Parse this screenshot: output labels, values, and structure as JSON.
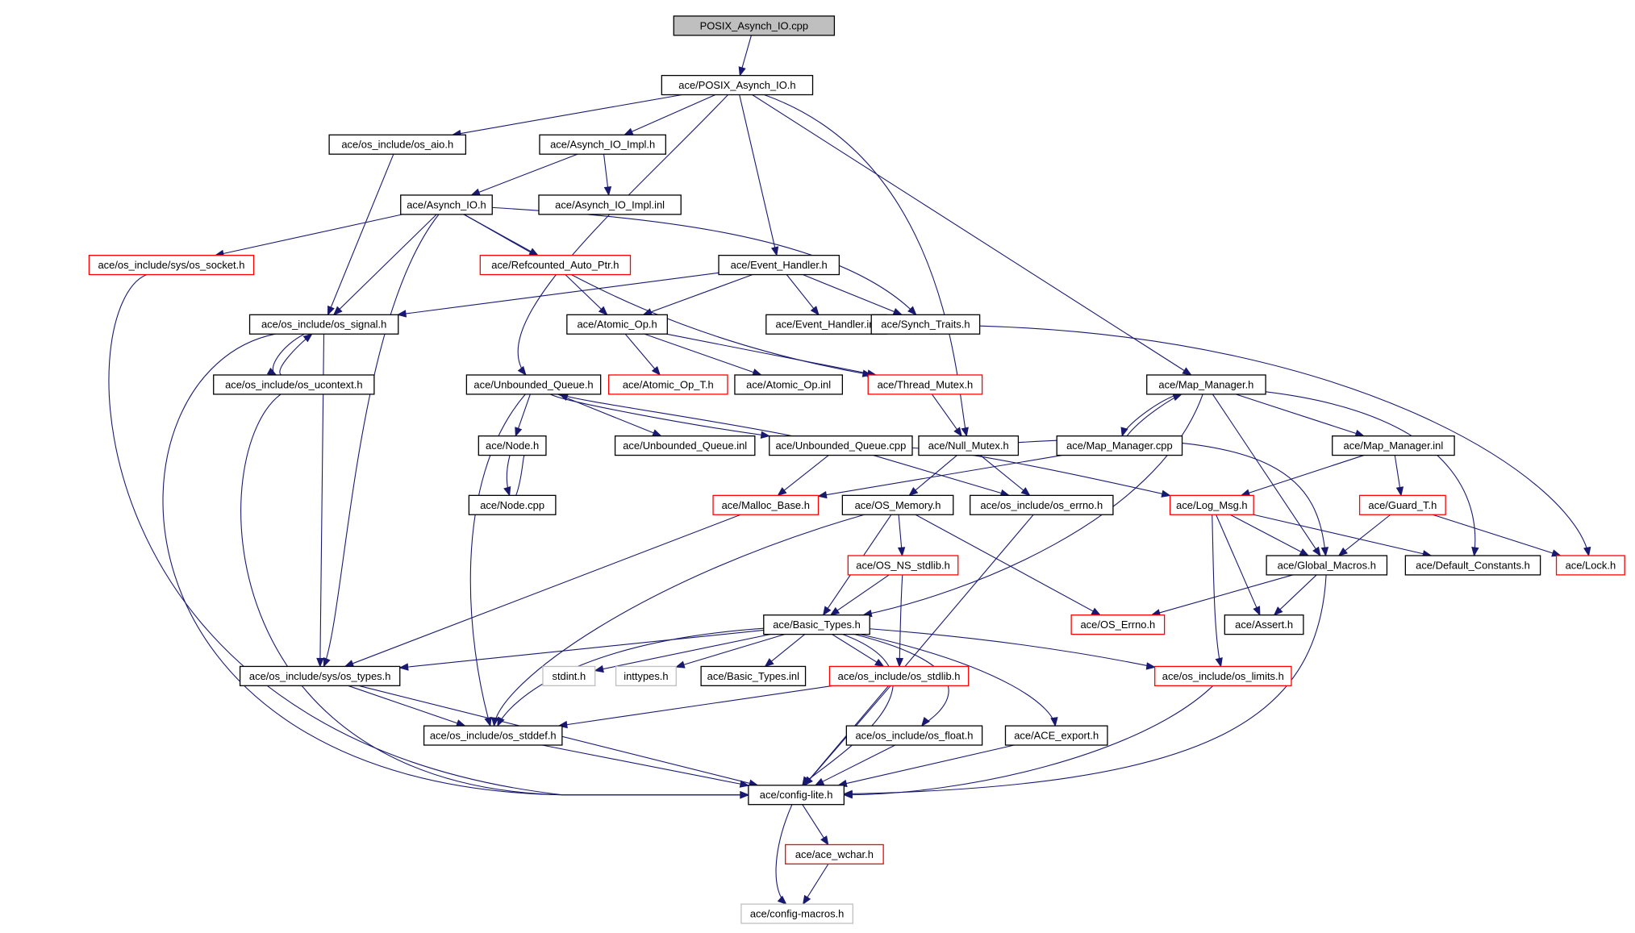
{
  "diagram": {
    "title": "",
    "colors": {
      "edge": "#191970",
      "root_fill": "#bfbfbf",
      "border_default": "#000000",
      "border_truncated": "#ff0000",
      "border_external": "#bfbfbf"
    },
    "nodes": [
      {
        "id": "root",
        "label": "POSIX_Asynch_IO.cpp",
        "style": "root"
      },
      {
        "id": "posix_h",
        "label": "ace/POSIX_Asynch_IO.h",
        "style": "normal"
      },
      {
        "id": "os_aio",
        "label": "ace/os_include/os_aio.h",
        "style": "normal"
      },
      {
        "id": "aio_impl",
        "label": "ace/Asynch_IO_Impl.h",
        "style": "normal"
      },
      {
        "id": "aio_impl_inl",
        "label": "ace/Asynch_IO_Impl.inl",
        "style": "normal"
      },
      {
        "id": "asynch_io",
        "label": "ace/Asynch_IO.h",
        "style": "normal"
      },
      {
        "id": "os_socket",
        "label": "ace/os_include/sys/os_socket.h",
        "style": "red"
      },
      {
        "id": "refcounted",
        "label": "ace/Refcounted_Auto_Ptr.h",
        "style": "red"
      },
      {
        "id": "event_handler",
        "label": "ace/Event_Handler.h",
        "style": "normal"
      },
      {
        "id": "os_signal",
        "label": "ace/os_include/os_signal.h",
        "style": "normal"
      },
      {
        "id": "atomic_op",
        "label": "ace/Atomic_Op.h",
        "style": "normal"
      },
      {
        "id": "event_handler_inl",
        "label": "ace/Event_Handler.inl",
        "style": "normal"
      },
      {
        "id": "synch_traits",
        "label": "ace/Synch_Traits.h",
        "style": "normal"
      },
      {
        "id": "os_ucontext",
        "label": "ace/os_include/os_ucontext.h",
        "style": "normal"
      },
      {
        "id": "unbounded_queue",
        "label": "ace/Unbounded_Queue.h",
        "style": "normal"
      },
      {
        "id": "atomic_op_t",
        "label": "ace/Atomic_Op_T.h",
        "style": "red"
      },
      {
        "id": "atomic_op_inl",
        "label": "ace/Atomic_Op.inl",
        "style": "normal"
      },
      {
        "id": "thread_mutex",
        "label": "ace/Thread_Mutex.h",
        "style": "red"
      },
      {
        "id": "map_manager",
        "label": "ace/Map_Manager.h",
        "style": "normal"
      },
      {
        "id": "node_h",
        "label": "ace/Node.h",
        "style": "normal"
      },
      {
        "id": "unbounded_queue_inl",
        "label": "ace/Unbounded_Queue.inl",
        "style": "normal"
      },
      {
        "id": "unbounded_queue_cpp",
        "label": "ace/Unbounded_Queue.cpp",
        "style": "normal"
      },
      {
        "id": "null_mutex",
        "label": "ace/Null_Mutex.h",
        "style": "normal"
      },
      {
        "id": "map_manager_cpp",
        "label": "ace/Map_Manager.cpp",
        "style": "normal"
      },
      {
        "id": "map_manager_inl",
        "label": "ace/Map_Manager.inl",
        "style": "normal"
      },
      {
        "id": "node_cpp",
        "label": "ace/Node.cpp",
        "style": "normal"
      },
      {
        "id": "malloc_base",
        "label": "ace/Malloc_Base.h",
        "style": "red"
      },
      {
        "id": "os_memory",
        "label": "ace/OS_Memory.h",
        "style": "normal"
      },
      {
        "id": "os_errno",
        "label": "ace/os_include/os_errno.h",
        "style": "normal"
      },
      {
        "id": "log_msg",
        "label": "ace/Log_Msg.h",
        "style": "red"
      },
      {
        "id": "guard_t",
        "label": "ace/Guard_T.h",
        "style": "red"
      },
      {
        "id": "os_ns_stdlib",
        "label": "ace/OS_NS_stdlib.h",
        "style": "red"
      },
      {
        "id": "global_macros",
        "label": "ace/Global_Macros.h",
        "style": "normal"
      },
      {
        "id": "default_constants",
        "label": "ace/Default_Constants.h",
        "style": "normal"
      },
      {
        "id": "lock_h",
        "label": "ace/Lock.h",
        "style": "red"
      },
      {
        "id": "basic_types",
        "label": "ace/Basic_Types.h",
        "style": "normal"
      },
      {
        "id": "ace_os_errno",
        "label": "ace/OS_Errno.h",
        "style": "red"
      },
      {
        "id": "assert_h",
        "label": "ace/Assert.h",
        "style": "normal"
      },
      {
        "id": "os_types",
        "label": "ace/os_include/sys/os_types.h",
        "style": "normal"
      },
      {
        "id": "stdint",
        "label": "stdint.h",
        "style": "gray"
      },
      {
        "id": "inttypes",
        "label": "inttypes.h",
        "style": "gray"
      },
      {
        "id": "basic_types_inl",
        "label": "ace/Basic_Types.inl",
        "style": "normal"
      },
      {
        "id": "os_stdlib",
        "label": "ace/os_include/os_stdlib.h",
        "style": "red"
      },
      {
        "id": "os_limits",
        "label": "ace/os_include/os_limits.h",
        "style": "red"
      },
      {
        "id": "os_stddef",
        "label": "ace/os_include/os_stddef.h",
        "style": "normal"
      },
      {
        "id": "os_float",
        "label": "ace/os_include/os_float.h",
        "style": "normal"
      },
      {
        "id": "ace_export",
        "label": "ace/ACE_export.h",
        "style": "normal"
      },
      {
        "id": "config_lite",
        "label": "ace/config-lite.h",
        "style": "normal"
      },
      {
        "id": "ace_wchar",
        "label": "ace/ace_wchar.h",
        "style": "red"
      },
      {
        "id": "config_macros",
        "label": "ace/config-macros.h",
        "style": "gray"
      }
    ],
    "edges": [
      [
        "root",
        "posix_h"
      ],
      [
        "posix_h",
        "os_aio"
      ],
      [
        "posix_h",
        "aio_impl"
      ],
      [
        "posix_h",
        "unbounded_queue"
      ],
      [
        "posix_h",
        "event_handler"
      ],
      [
        "posix_h",
        "null_mutex"
      ],
      [
        "posix_h",
        "map_manager"
      ],
      [
        "os_aio",
        "os_signal"
      ],
      [
        "aio_impl",
        "asynch_io"
      ],
      [
        "aio_impl",
        "aio_impl_inl"
      ],
      [
        "asynch_io",
        "os_socket"
      ],
      [
        "asynch_io",
        "refcounted"
      ],
      [
        "asynch_io",
        "os_signal"
      ],
      [
        "asynch_io",
        "synch_traits"
      ],
      [
        "asynch_io",
        "thread_mutex"
      ],
      [
        "asynch_io",
        "os_types"
      ],
      [
        "refcounted",
        "atomic_op"
      ],
      [
        "event_handler",
        "os_signal"
      ],
      [
        "event_handler",
        "atomic_op"
      ],
      [
        "event_handler",
        "event_handler_inl"
      ],
      [
        "event_handler",
        "synch_traits"
      ],
      [
        "os_signal",
        "os_ucontext"
      ],
      [
        "os_ucontext",
        "os_signal"
      ],
      [
        "os_signal",
        "os_types"
      ],
      [
        "os_signal",
        "config_lite"
      ],
      [
        "os_ucontext",
        "config_lite"
      ],
      [
        "os_socket",
        "config_lite"
      ],
      [
        "atomic_op",
        "atomic_op_t"
      ],
      [
        "atomic_op",
        "atomic_op_inl"
      ],
      [
        "atomic_op",
        "thread_mutex"
      ],
      [
        "synch_traits",
        "lock_h"
      ],
      [
        "thread_mutex",
        "null_mutex"
      ],
      [
        "unbounded_queue",
        "node_h"
      ],
      [
        "unbounded_queue",
        "unbounded_queue_inl"
      ],
      [
        "unbounded_queue",
        "unbounded_queue_cpp"
      ],
      [
        "unbounded_queue",
        "os_stddef"
      ],
      [
        "unbounded_queue_cpp",
        "unbounded_queue"
      ],
      [
        "unbounded_queue_cpp",
        "malloc_base"
      ],
      [
        "unbounded_queue_cpp",
        "os_errno"
      ],
      [
        "unbounded_queue_cpp",
        "log_msg"
      ],
      [
        "node_h",
        "node_cpp"
      ],
      [
        "node_cpp",
        "node_h"
      ],
      [
        "map_manager",
        "map_manager_cpp"
      ],
      [
        "map_manager_cpp",
        "map_manager"
      ],
      [
        "map_manager",
        "map_manager_inl"
      ],
      [
        "map_manager",
        "global_macros"
      ],
      [
        "map_manager",
        "default_constants"
      ],
      [
        "map_manager",
        "basic_types"
      ],
      [
        "map_manager_cpp",
        "malloc_base"
      ],
      [
        "map_manager_inl",
        "log_msg"
      ],
      [
        "map_manager_inl",
        "guard_t"
      ],
      [
        "null_mutex",
        "os_memory"
      ],
      [
        "null_mutex",
        "os_errno"
      ],
      [
        "null_mutex",
        "global_macros"
      ],
      [
        "malloc_base",
        "os_types"
      ],
      [
        "os_memory",
        "os_ns_stdlib"
      ],
      [
        "os_memory",
        "basic_types"
      ],
      [
        "os_memory",
        "ace_os_errno"
      ],
      [
        "os_memory",
        "os_stddef"
      ],
      [
        "os_errno",
        "config_lite"
      ],
      [
        "log_msg",
        "global_macros"
      ],
      [
        "log_msg",
        "default_constants"
      ],
      [
        "log_msg",
        "assert_h"
      ],
      [
        "log_msg",
        "os_limits"
      ],
      [
        "guard_t",
        "global_macros"
      ],
      [
        "guard_t",
        "lock_h"
      ],
      [
        "os_ns_stdlib",
        "basic_types"
      ],
      [
        "os_ns_stdlib",
        "os_stdlib"
      ],
      [
        "global_macros",
        "ace_os_errno"
      ],
      [
        "global_macros",
        "assert_h"
      ],
      [
        "global_macros",
        "config_lite"
      ],
      [
        "basic_types",
        "os_types"
      ],
      [
        "basic_types",
        "stdint"
      ],
      [
        "basic_types",
        "inttypes"
      ],
      [
        "basic_types",
        "basic_types_inl"
      ],
      [
        "basic_types",
        "os_stdlib"
      ],
      [
        "basic_types",
        "os_limits"
      ],
      [
        "basic_types",
        "os_stddef"
      ],
      [
        "basic_types",
        "os_float"
      ],
      [
        "basic_types",
        "ace_export"
      ],
      [
        "basic_types",
        "config_lite"
      ],
      [
        "os_types",
        "os_stddef"
      ],
      [
        "os_types",
        "config_lite"
      ],
      [
        "os_stdlib",
        "os_stddef"
      ],
      [
        "os_stdlib",
        "config_lite"
      ],
      [
        "os_limits",
        "config_lite"
      ],
      [
        "os_stddef",
        "config_lite"
      ],
      [
        "os_float",
        "config_lite"
      ],
      [
        "ace_export",
        "config_lite"
      ],
      [
        "config_lite",
        "ace_wchar"
      ],
      [
        "config_lite",
        "config_macros"
      ],
      [
        "ace_wchar",
        "config_macros"
      ]
    ]
  }
}
